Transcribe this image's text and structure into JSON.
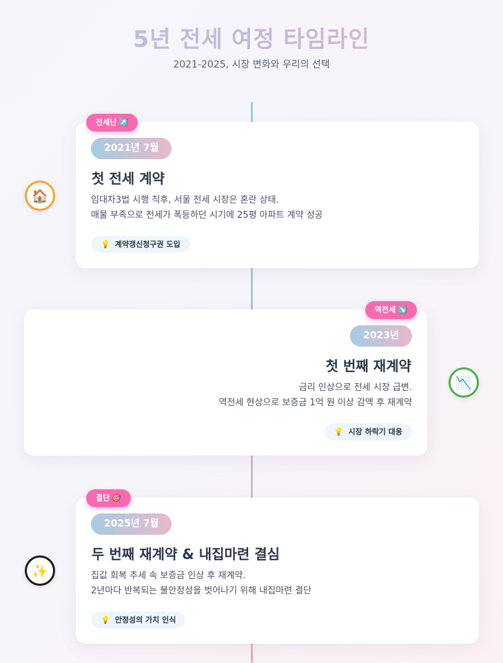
{
  "header": {
    "title": "5년 전세 여정 타임라인",
    "subtitle": "2021-2025, 시장 변화와 우리의 선택"
  },
  "timeline": [
    {
      "marker_icon": "house-icon",
      "marker_glyph": "🏠",
      "marker_color": "#f2a438",
      "tag": "전세난",
      "tag_glyph": "↗️",
      "date": "2021년 7월",
      "title": "첫 전세 계약",
      "desc_line1": "임대차3법 시행 직후, 서울 전세 시장은 혼란 상태.",
      "desc_line2": "매물 부족으로 전세가 폭등하던 시기에 25평 아파트 계약 성공",
      "insight_glyph": "💡",
      "insight": "계약갱신청구권 도입"
    },
    {
      "marker_icon": "chart-decreasing-icon",
      "marker_glyph": "📉",
      "marker_color": "#4caf50",
      "tag": "역전세",
      "tag_glyph": "↘️",
      "date": "2023년",
      "title": "첫 번째 재계약",
      "desc_line1": "금리 인상으로 전세 시장 급변.",
      "desc_line2": "역전세 현상으로 보증금 1억 원 이상 감액 후 재계약",
      "insight_glyph": "💡",
      "insight": "시장 하락기 대응"
    },
    {
      "marker_icon": "sparkles-icon",
      "marker_glyph": "✨",
      "marker_color": "#1b1b1b",
      "tag": "결단",
      "tag_glyph": "🎯",
      "date": "2025년 7월",
      "title": "두 번째 재계약 & 내집마련 결심",
      "desc_line1": "집값 회복 추세 속 보증금 인상 후 재계약.",
      "desc_line2": "2년마다 반복되는 불안정성을 벗어나기 위해 내집마련 결단",
      "insight_glyph": "💡",
      "insight": "안정성의 가치 인식"
    }
  ],
  "colors": {
    "tag_bg": "#f76ab0",
    "date_gradient_start": "#a6cbe3",
    "date_gradient_end": "#e6bacb",
    "insight_bg": "#eef6fb",
    "timeline_top": "#95d0e3",
    "timeline_bottom": "#eba9c0"
  }
}
